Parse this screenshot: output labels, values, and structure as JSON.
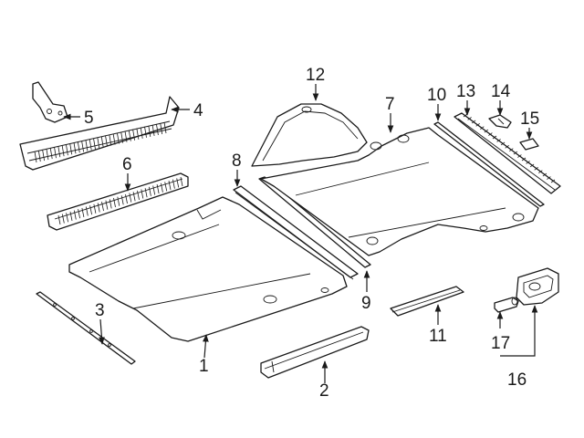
{
  "labels": {
    "p1": "1",
    "p2": "2",
    "p3": "3",
    "p4": "4",
    "p5": "5",
    "p6": "6",
    "p7": "7",
    "p8": "8",
    "p9": "9",
    "p10": "10",
    "p11": "11",
    "p12": "12",
    "p13": "13",
    "p14": "14",
    "p15": "15",
    "p16": "16",
    "p17": "17"
  },
  "colors": {
    "line": "#1a1a1a",
    "background": "#ffffff"
  }
}
